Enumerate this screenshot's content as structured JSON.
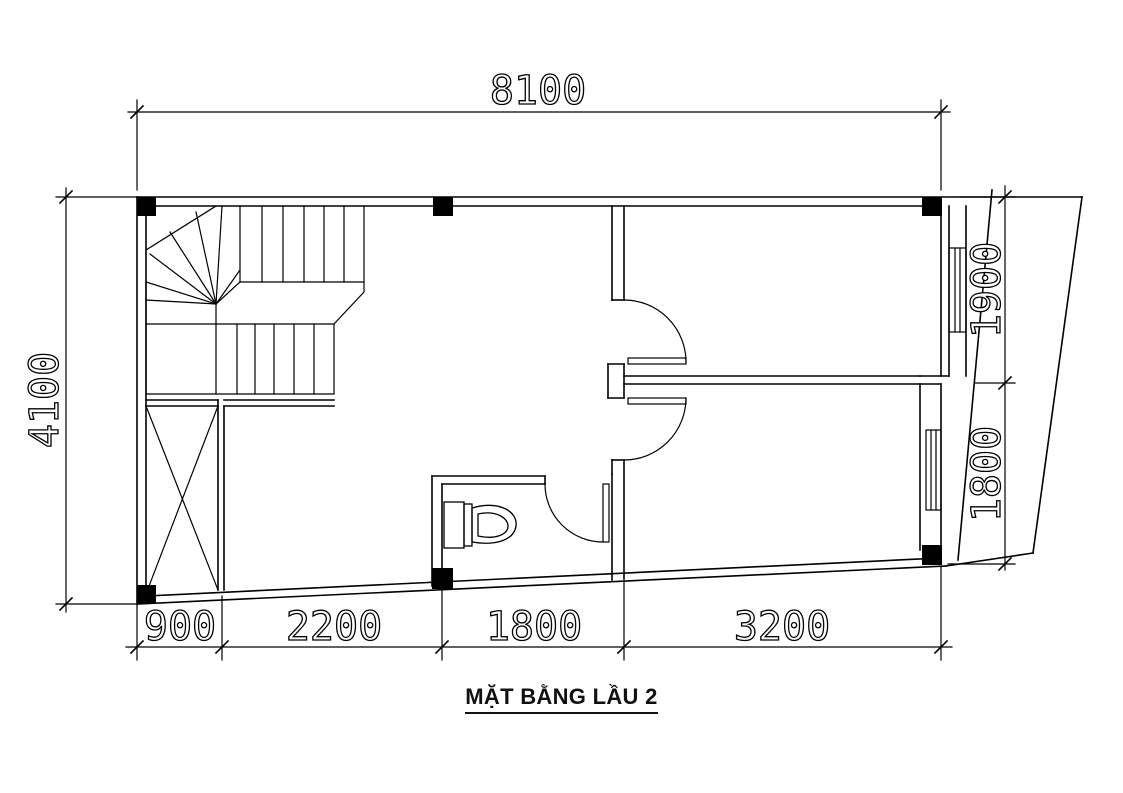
{
  "title": "MẶT BẰNG LẦU 2",
  "dimensions": {
    "top_total": "8100",
    "left_total": "4100",
    "bottom": [
      "900",
      "2200",
      "1800",
      "3200"
    ],
    "right": [
      "1900",
      "1800"
    ]
  }
}
